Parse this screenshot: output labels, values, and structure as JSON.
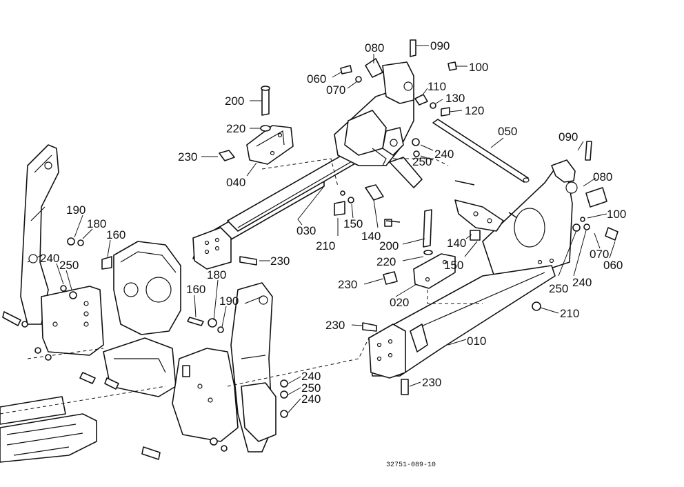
{
  "diagram": {
    "code": "32751-089-10",
    "callouts": [
      {
        "id": "c-080a",
        "text": "080"
      },
      {
        "id": "c-090a",
        "text": "090"
      },
      {
        "id": "c-060a",
        "text": "060"
      },
      {
        "id": "c-070a",
        "text": "070"
      },
      {
        "id": "c-100a",
        "text": "100"
      },
      {
        "id": "c-110",
        "text": "110"
      },
      {
        "id": "c-130",
        "text": "130"
      },
      {
        "id": "c-120",
        "text": "120"
      },
      {
        "id": "c-200a",
        "text": "200"
      },
      {
        "id": "c-220a",
        "text": "220"
      },
      {
        "id": "c-230a",
        "text": "230"
      },
      {
        "id": "c-040",
        "text": "040"
      },
      {
        "id": "c-050",
        "text": "050"
      },
      {
        "id": "c-240a",
        "text": "240"
      },
      {
        "id": "c-250a",
        "text": "250"
      },
      {
        "id": "c-090b",
        "text": "090"
      },
      {
        "id": "c-080b",
        "text": "080"
      },
      {
        "id": "c-190a",
        "text": "190"
      },
      {
        "id": "c-180a",
        "text": "180"
      },
      {
        "id": "c-160a",
        "text": "160"
      },
      {
        "id": "c-240b",
        "text": "240"
      },
      {
        "id": "c-250b",
        "text": "250"
      },
      {
        "id": "c-030",
        "text": "030"
      },
      {
        "id": "c-210a",
        "text": "210"
      },
      {
        "id": "c-150a",
        "text": "150"
      },
      {
        "id": "c-140a",
        "text": "140"
      },
      {
        "id": "c-200b",
        "text": "200"
      },
      {
        "id": "c-140b",
        "text": "140"
      },
      {
        "id": "c-220b",
        "text": "220"
      },
      {
        "id": "c-150b",
        "text": "150"
      },
      {
        "id": "c-100b",
        "text": "100"
      },
      {
        "id": "c-070b",
        "text": "070"
      },
      {
        "id": "c-060b",
        "text": "060"
      },
      {
        "id": "c-230b",
        "text": "230"
      },
      {
        "id": "c-230c",
        "text": "230"
      },
      {
        "id": "c-020",
        "text": "020"
      },
      {
        "id": "c-250c",
        "text": "250"
      },
      {
        "id": "c-240c",
        "text": "240"
      },
      {
        "id": "c-180b",
        "text": "180"
      },
      {
        "id": "c-160b",
        "text": "160"
      },
      {
        "id": "c-190b",
        "text": "190"
      },
      {
        "id": "c-210b",
        "text": "210"
      },
      {
        "id": "c-230d",
        "text": "230"
      },
      {
        "id": "c-010",
        "text": "010"
      },
      {
        "id": "c-240d",
        "text": "240"
      },
      {
        "id": "c-250d",
        "text": "250"
      },
      {
        "id": "c-240e",
        "text": "240"
      },
      {
        "id": "c-230e",
        "text": "230"
      }
    ]
  }
}
